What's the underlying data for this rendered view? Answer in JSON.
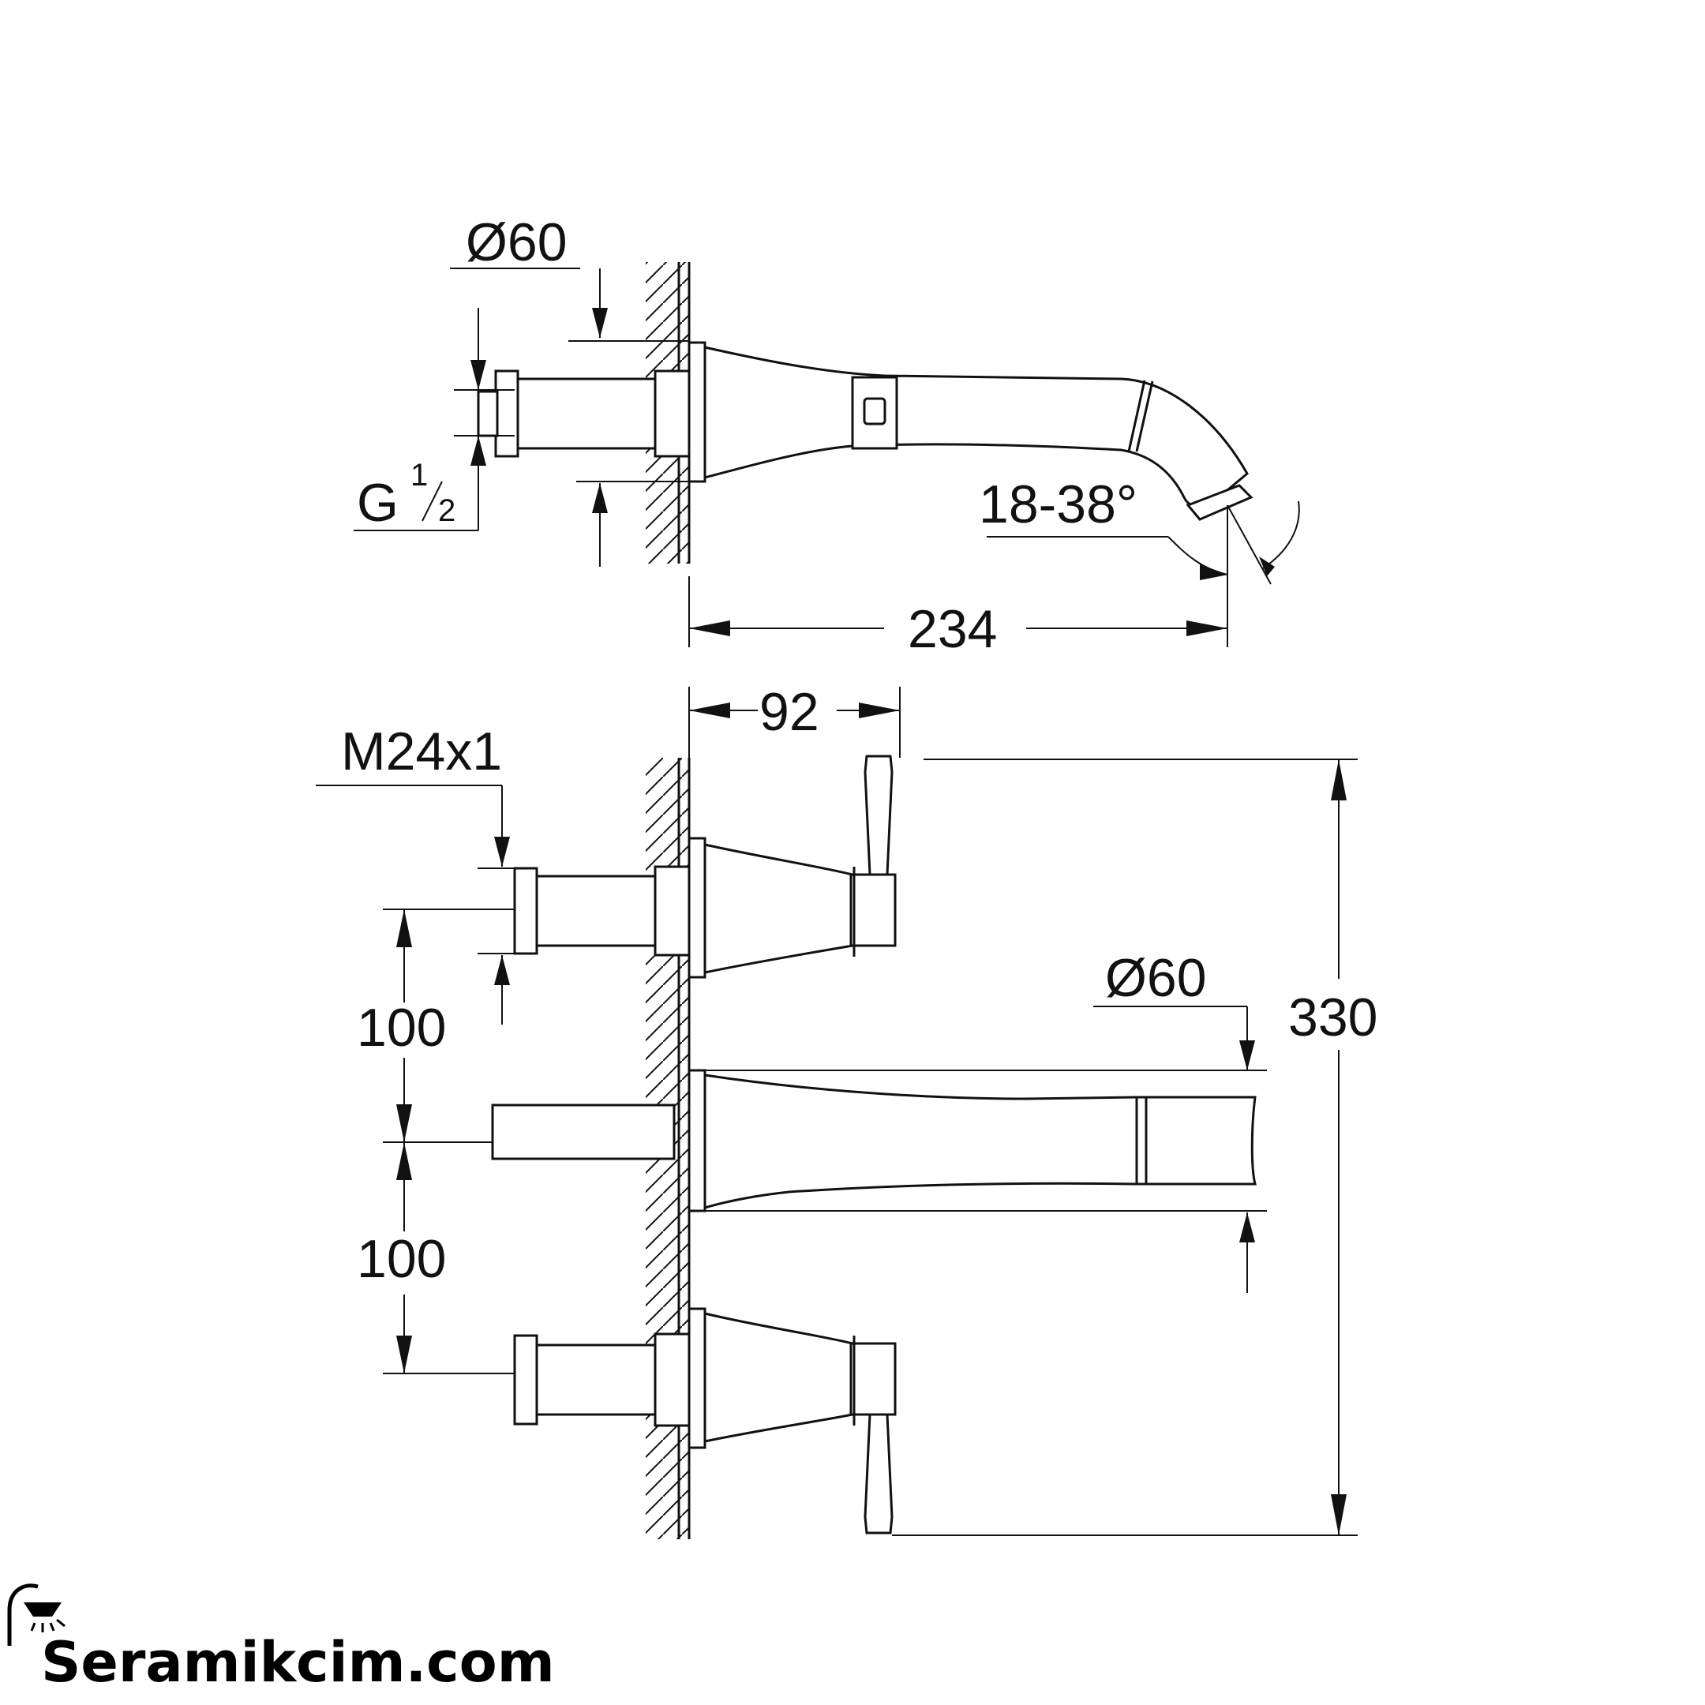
{
  "drawing": {
    "top_view": {
      "dim_diameter": "Ø60",
      "dim_thread_main": "G",
      "dim_thread_sup": "1",
      "dim_thread_sub": "2",
      "dim_angle": "18-38°",
      "dim_length": "234"
    },
    "front_view": {
      "dim_depth": "92",
      "dim_connection": "M24x1",
      "dim_spacing_upper": "100",
      "dim_spacing_lower": "100",
      "dim_diameter": "Ø60",
      "dim_height": "330"
    }
  },
  "logo": {
    "text": "Seramikcim.com",
    "icon": "shower-head-icon"
  }
}
